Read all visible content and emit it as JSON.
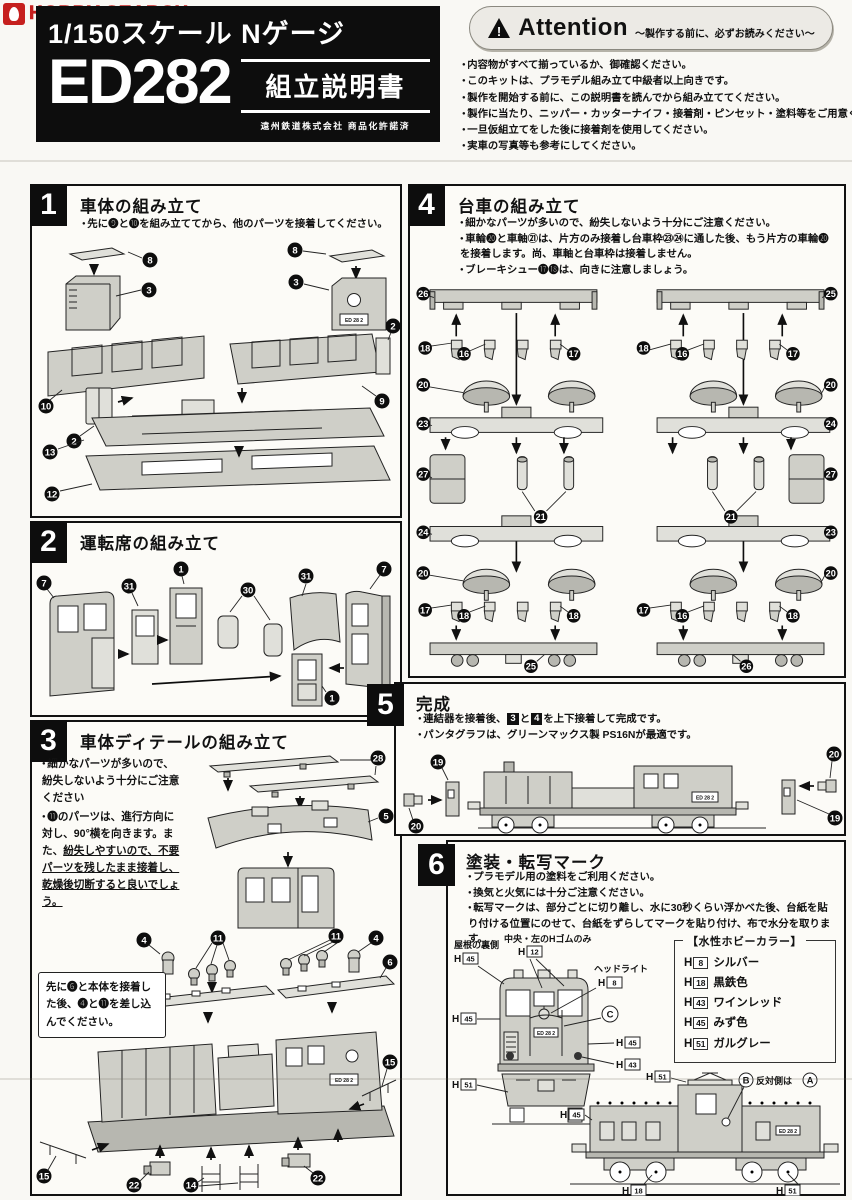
{
  "logo": {
    "text": "HOBBY SEARCH"
  },
  "header": {
    "scale": "1/150スケール Nゲージ",
    "model": "ED282",
    "doc_title": "組立説明書",
    "license": "遠州鉄道株式会社 商品化許諾済"
  },
  "attention": {
    "icon_mark": "!",
    "title": "Attention",
    "subtitle": "～製作する前に、必ずお読みください～",
    "bullets": [
      "内容物がすべて揃っているか、御確認ください。",
      "このキットは、プラモデル組み立て中級者以上向きです。",
      "製作を開始する前に、この説明書を読んでから組み立ててください。",
      "製作に当たり、ニッパー・カッターナイフ・接着剤・ピンセット・塗料等をご用意ください。",
      "一旦仮組立てをした後に接着剤を使用してください。",
      "実車の写真等も参考にしてください。"
    ]
  },
  "plate": "ED 28 2",
  "s1": {
    "num": "1",
    "title": "車体の組み立て",
    "bullet": "先に❾と❿を組み立ててから、他のパーツを接着してください。",
    "callouts": [
      "8",
      "3",
      "8",
      "3",
      "10",
      "2",
      "9",
      "2",
      "13",
      "12"
    ]
  },
  "s2": {
    "num": "2",
    "title": "運転席の組み立て",
    "callouts": [
      "7",
      "31",
      "1",
      "30",
      "31",
      "7",
      "1"
    ]
  },
  "s3": {
    "num": "3",
    "title": "車体ディテールの組み立て",
    "bullet1": "細かなパーツが多いので、紛失しないよう十分にご注意ください",
    "bullet2a": "⓫のパーツは、進行方向に対し、90°横を向きます。また、",
    "bullet2b": "紛失しやすいので、不要パーツを残したまま接着し、乾燥後切断すると良いでしょう。",
    "note": "先に❻と本体を接着した後、❹と⓫を差し込んでください。",
    "callouts": [
      "28",
      "5",
      "4",
      "11",
      "6",
      "11",
      "4",
      "6",
      "15",
      "15",
      "22",
      "14",
      "22"
    ]
  },
  "s4": {
    "num": "4",
    "title": "台車の組み立て",
    "bullets": [
      "細かなパーツが多いので、紛失しないよう十分にご注意ください。",
      "車輪⓴と車軸㉑は、片方のみ接着し台車枠㉓㉔に通した後、もう片方の車輪⓴を接着します。尚、車軸と台車枠は接着しません。",
      "ブレーキシュー⓱⓲は、向きに注意しましょう。"
    ],
    "callouts": [
      "26",
      "25",
      "18",
      "16",
      "17",
      "18",
      "16",
      "17",
      "20",
      "20",
      "23",
      "24",
      "27",
      "27",
      "21",
      "21",
      "24",
      "23",
      "20",
      "20",
      "17",
      "18",
      "18",
      "17",
      "16",
      "18",
      "25",
      "26"
    ]
  },
  "s5": {
    "num": "5",
    "title": "完成",
    "b1": {
      "pre": "連結器を接着後、",
      "box1": "3",
      "mid": "と",
      "box2": "4",
      "post": "を上下接着して完成です。"
    },
    "bullet2": "パンタグラフは、グリーンマックス製 PS16Nが最適です。",
    "callouts": [
      "19",
      "20",
      "20",
      "19"
    ]
  },
  "s6": {
    "num": "6",
    "title": "塗装・転写マーク",
    "bullets": [
      "プラモデル用の塗料をご利用ください。",
      "換気と火気には十分ご注意ください。",
      "転写マークは、部分ごとに切り離し、水に30秒くらい浮かべた後、台紙を貼り付ける位置にのせて、台紙をずらしてマークを貼り付け、布で水分を取ります。"
    ],
    "h": "H",
    "legend": {
      "title": "【水性ホビーカラー】",
      "items": [
        {
          "num": "8",
          "name": "シルバー"
        },
        {
          "num": "18",
          "name": "黒鉄色"
        },
        {
          "num": "43",
          "name": "ワインレッド"
        },
        {
          "num": "45",
          "name": "みず色"
        },
        {
          "num": "51",
          "name": "ガルグレー"
        }
      ]
    },
    "front": {
      "roof_label": "屋根の裏側",
      "hgomu_label": "中央・左のHゴムのみ",
      "headlight_label": "ヘッドライト",
      "letter_c": "C",
      "hnums": [
        "45",
        "12",
        "8",
        "45",
        "45",
        "43",
        "51"
      ]
    },
    "side": {
      "letter_b": "B",
      "between": "反対側は",
      "letter_a": "A",
      "hnums": [
        "51",
        "45",
        "18",
        "51"
      ]
    }
  }
}
